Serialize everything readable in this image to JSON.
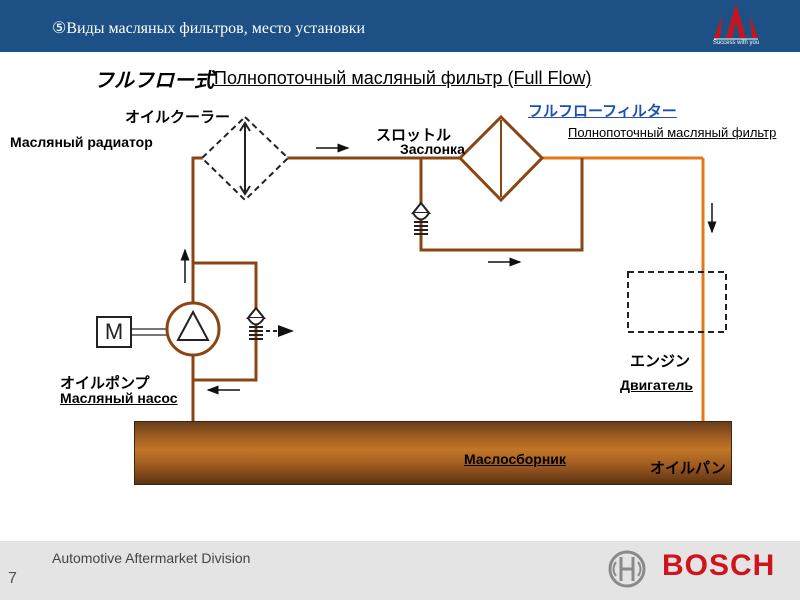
{
  "header": {
    "title": "⑤Виды масляных фильтров, место установки",
    "logo_caption": "Success with you"
  },
  "diagram": {
    "title_jp": "フルフロー式",
    "title_ru": "Полнопоточный масляный фильтр (Full Flow)",
    "oil_cooler_jp": "オイルクーラー",
    "oil_cooler_ru": "Масляный радиатор",
    "throttle_jp": "スロットル",
    "throttle_ru": "Заслонка",
    "full_flow_filter_jp": "フルフローフィルター",
    "full_flow_filter_ru": "Полнопоточный масляный фильтр",
    "motor_label": "M",
    "oil_pump_jp": "オイルポンプ",
    "oil_pump_ru": "Масляный насос",
    "engine_jp": "エンジン",
    "engine_ru": "Двигатель",
    "sump_ru": "Маслосборник",
    "oil_pan_jp": "オイルパン"
  },
  "footer": {
    "page_number": "7",
    "division": "Automotive Aftermarket Division",
    "brand": "BOSCH"
  },
  "colors": {
    "header_bg": "#1d5185",
    "pipe": "#8b4513",
    "orange_pipe": "#e07a1a",
    "sump": "#a86222",
    "brand_red": "#d0141e"
  }
}
